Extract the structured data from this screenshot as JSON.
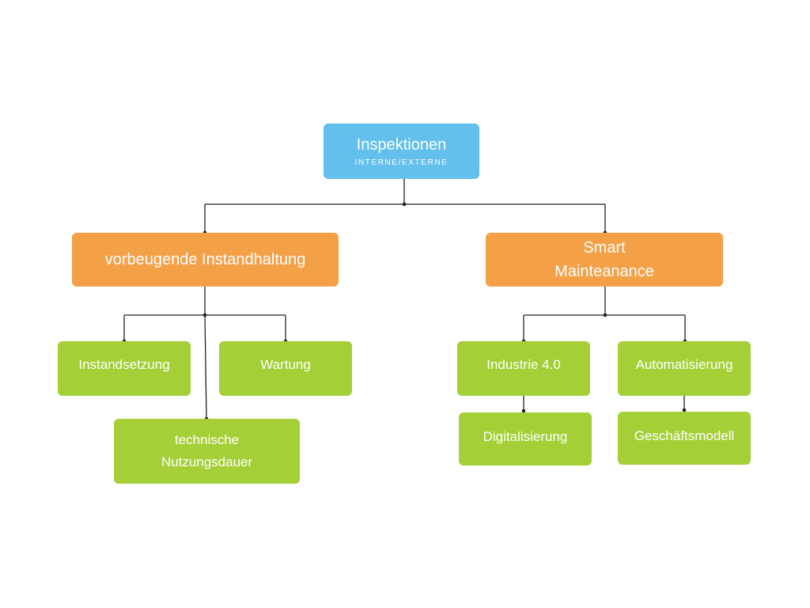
{
  "colors": {
    "root": "#63bfec",
    "category": "#f4a047",
    "leaf": "#a4cf37",
    "connector": "#222222"
  },
  "root": {
    "title": "Inspektionen",
    "subtitle": "INTERNE/EXTERNE"
  },
  "branches": {
    "preventive": {
      "label": "vorbeugende Instandhaltung",
      "children": [
        "Instandsetzung",
        "Wartung",
        "technische\nNutzungsdauer"
      ]
    },
    "smart": {
      "label": "Smart\nMainteanance",
      "children": [
        "Industrie 4.0",
        "Automatisierung",
        "Digitalisierung",
        "Geschäftsmodell"
      ]
    }
  }
}
